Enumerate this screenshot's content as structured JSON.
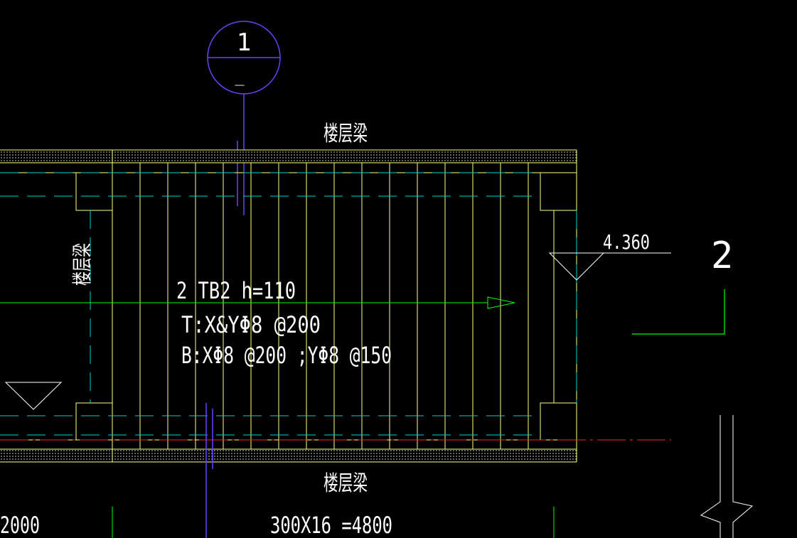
{
  "labels": {
    "beam_top": "楼层梁",
    "beam_bottom": "楼层梁",
    "beam_left": "楼层梁",
    "axis_circle_top": "1",
    "axis_circle_bottom": "_",
    "elevation": "4.360",
    "section_number": "2",
    "slab_id": "2 TB2  h=110",
    "rebar_top": "T:X&YΦ8 @200",
    "rebar_bottom": "B:XΦ8 @200 ;YΦ8 @150",
    "dim_left": "2000",
    "dim_center": "300X16 =4800"
  },
  "colors": {
    "background": "#000000",
    "beam_hatch": "#e8e8e8",
    "beam_outline": "#ffff80",
    "stair_lines": "#ffff80",
    "hidden_lines": "#00d0d0",
    "axis_lines": "#6a40ff",
    "arrow_line": "#00ff00",
    "section_mark": "#00ff00",
    "red_line": "#ff2020",
    "text": "#ffffff"
  }
}
